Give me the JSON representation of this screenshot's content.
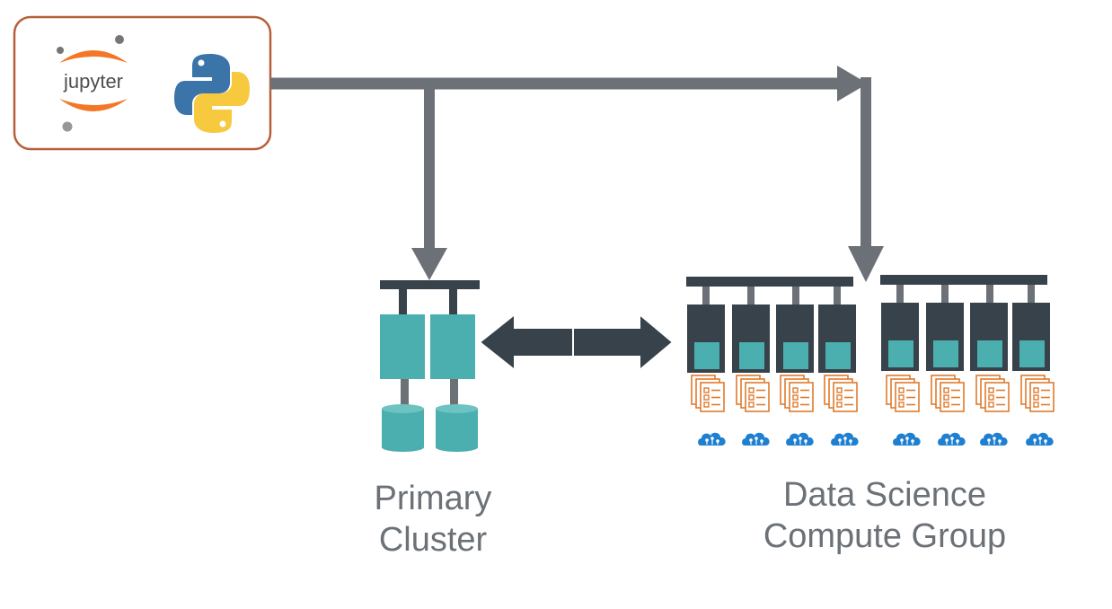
{
  "tools": {
    "jupyter_logo_text": "jupyter",
    "python_logo": "python-logo-icon"
  },
  "primary_cluster": {
    "label_line1": "Primary",
    "label_line2": "Cluster"
  },
  "data_science_group": {
    "label_line1": "Data Science",
    "label_line2": "Compute Group"
  },
  "colors": {
    "arrow": "#6b7177",
    "teal": "#4aafae",
    "dark_node": "#37424a",
    "doc_orange": "#e07b2d",
    "brain_blue": "#1f7fd0",
    "tools_border": "#b5603a"
  }
}
